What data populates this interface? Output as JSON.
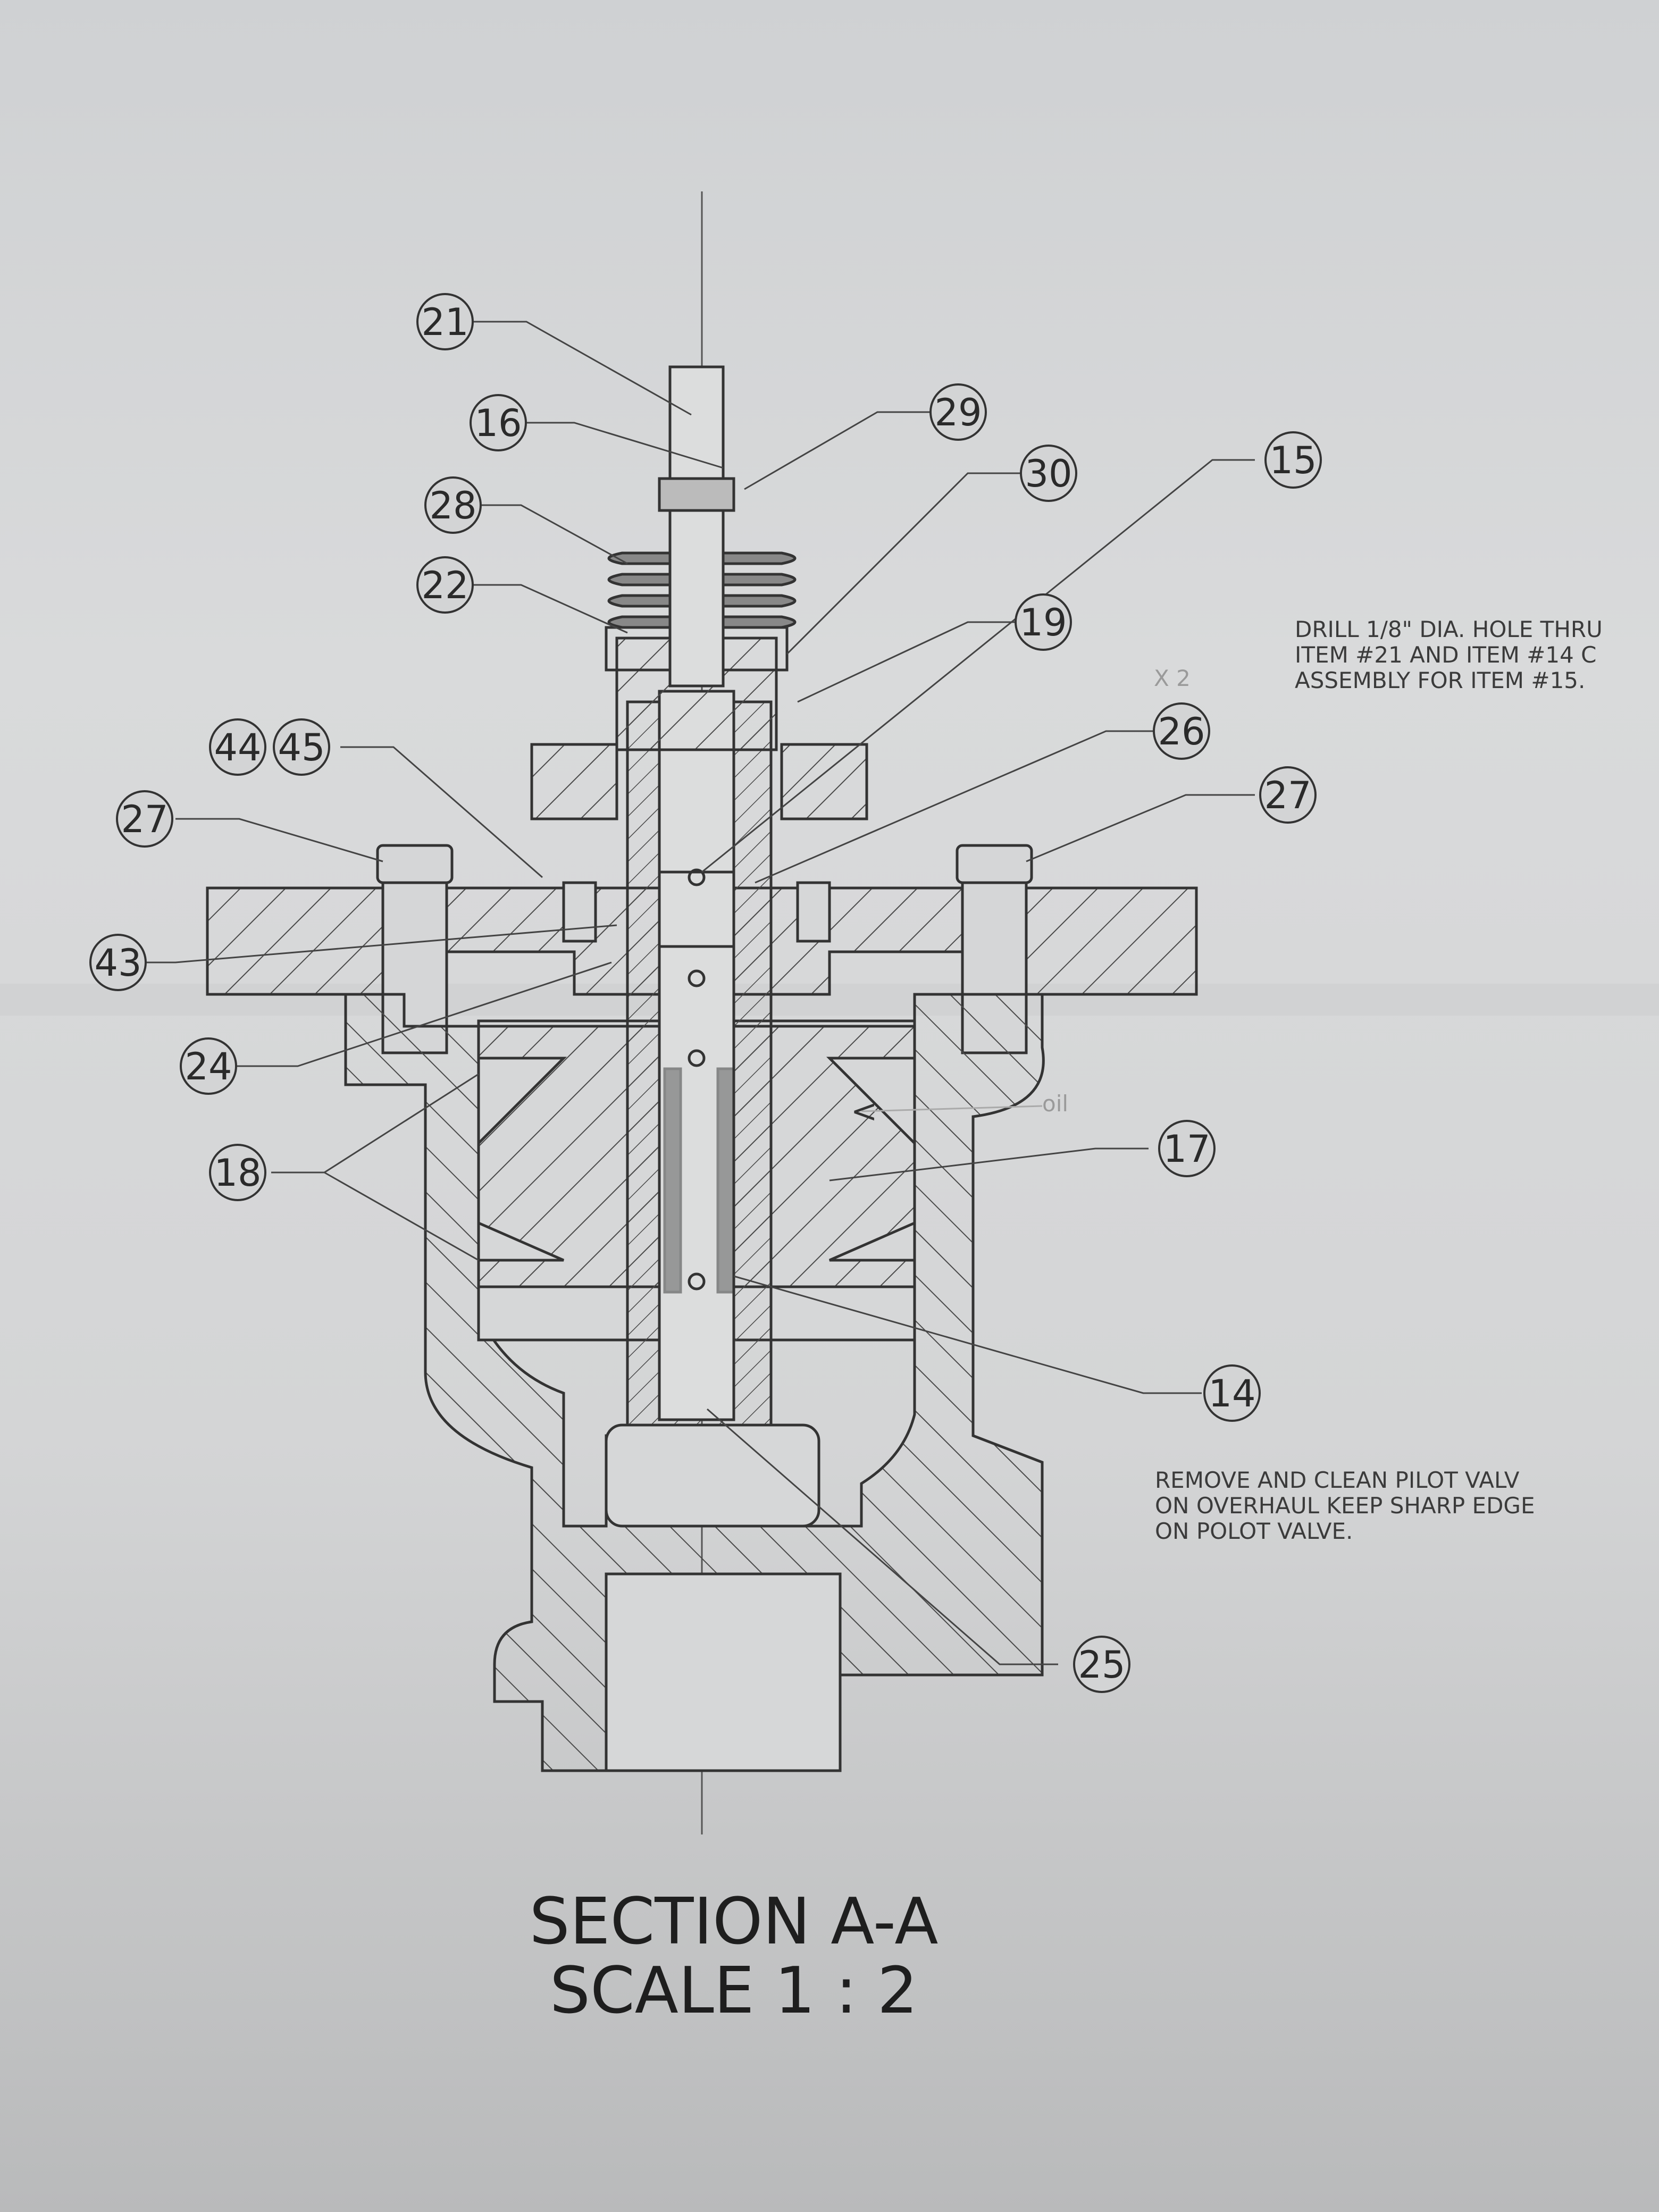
{
  "drawing": {
    "title": "SECTION A-A",
    "scale": "SCALE 1 : 2",
    "notes": [
      "DRILL 1/8\" DIA. HOLE THRU\nITEM #21 AND ITEM #14 C\nASSEMBLY FOR ITEM #15.",
      "REMOVE AND CLEAN PILOT VALV\nON OVERHAUL KEEP SHARP EDGE\nON POLOT VALVE."
    ],
    "pencil_marks": [
      "X 2",
      "oil",
      "<"
    ],
    "balloons": [
      "21",
      "16",
      "29",
      "28",
      "30",
      "15",
      "22",
      "19",
      "26",
      "44",
      "45",
      "27",
      "27",
      "43",
      "24",
      "18",
      "17",
      "14",
      "25"
    ]
  }
}
